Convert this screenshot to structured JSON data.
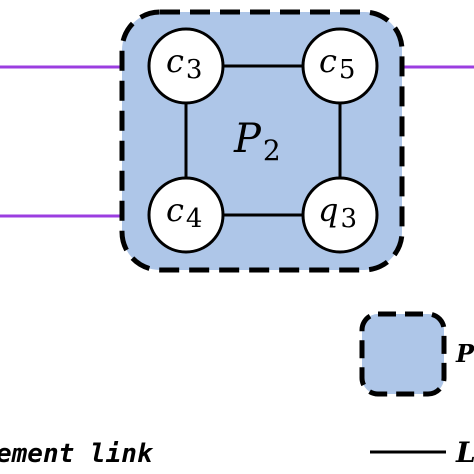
{
  "colors": {
    "region_fill": "#aec6e8",
    "link_purple": "#9b3ee0",
    "edge": "#000000",
    "node_fill": "#ffffff"
  },
  "region": {
    "label_main": "P",
    "label_sub": "2"
  },
  "nodes": [
    {
      "id": "c3",
      "main": "c",
      "sub": "3"
    },
    {
      "id": "c5",
      "main": "c",
      "sub": "5"
    },
    {
      "id": "c4",
      "main": "c",
      "sub": "4"
    },
    {
      "id": "q3",
      "main": "q",
      "sub": "3"
    }
  ],
  "legend": {
    "box_label_fragment": "P",
    "link_label_fragment": "ement link",
    "line_label_fragment": "L"
  }
}
